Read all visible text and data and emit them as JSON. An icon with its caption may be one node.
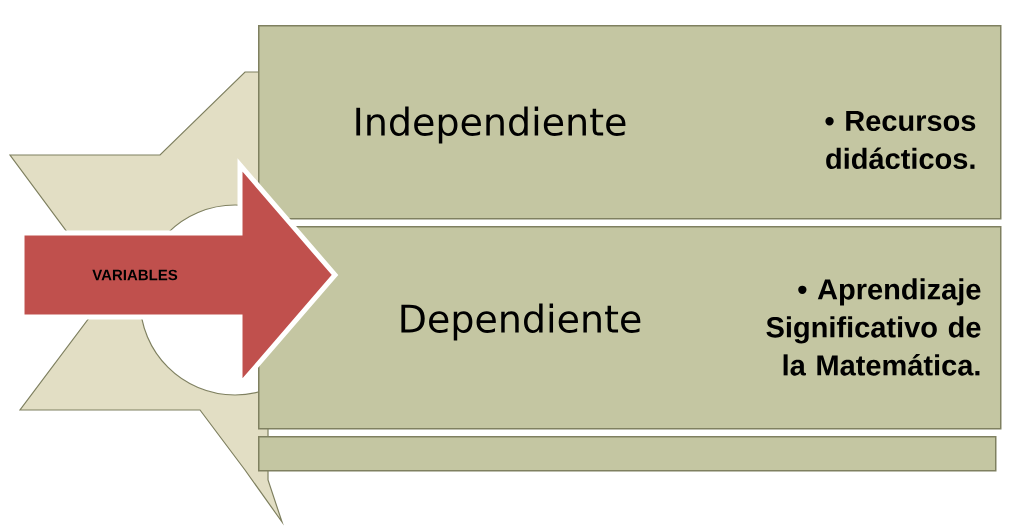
{
  "diagram": {
    "nodes": [
      {
        "text": [
          "VARIABLES"
        ]
      },
      {
        "text": [
          "Independiente",
          "• Recursos didácticos."
        ]
      },
      {
        "text": [
          "Dependiente",
          "• Aprendizaje Significativo de la Matemática."
        ]
      },
      {
        "text": [],
        "shape": "box"
      }
    ]
  }
}
